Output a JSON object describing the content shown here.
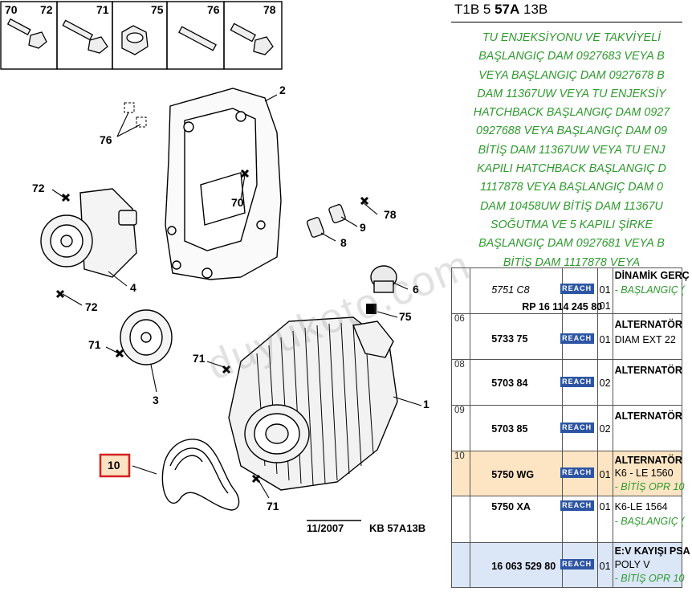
{
  "diagram": {
    "callouts": [
      "70",
      "72",
      "71",
      "75",
      "76",
      "78",
      "2",
      "76",
      "70",
      "72",
      "78",
      "9",
      "8",
      "4",
      "6",
      "72",
      "75",
      "71",
      "71",
      "3",
      "1",
      "10",
      "71"
    ],
    "footer_date": "11/2007",
    "footer_code": "KB 57A13B"
  },
  "header": {
    "prefix": "T1B 5 ",
    "bold": "57A",
    "suffix": " 13B"
  },
  "description": [
    "TU ENJEKSİYONU VE TAKVİYELİ",
    "BAŞLANGIÇ DAM 0927683 VEYA B",
    "VEYA BAŞLANGIÇ DAM 0927678 B",
    "DAM 11367UW VEYA TU ENJEKSİY",
    "HATCHBACK BAŞLANGIÇ DAM 0927",
    "0927688 VEYA BAŞLANGIÇ DAM 09",
    "BİTİŞ DAM 11367UW VEYA TU ENJ",
    "KAPILI HATCHBACK BAŞLANGIÇ D",
    "1117878 VEYA BAŞLANGIÇ DAM 0",
    "DAM 10458UW BİTİŞ DAM 11367U",
    "SOĞUTMA VE 5 KAPILI ŞİRKE",
    "BAŞLANGIÇ DAM 0927681 VEYA B",
    "BİTİŞ DAM 1117878 VEYA"
  ],
  "reach_label": "REACH",
  "rows": [
    {
      "idx": "",
      "ref": "5751 C8",
      "ref2": "RP 16 114 245 80",
      "qty": "01",
      "qty2": "01",
      "name": "DİNAMİK GERÇ",
      "detail": "- BAŞLANGIÇ ("
    },
    {
      "idx": "06",
      "ref": "5733 75",
      "qty": "01",
      "name": "ALTERNATÖR",
      "detail": "DIAM EXT 22"
    },
    {
      "idx": "08",
      "ref": "5703 84",
      "qty": "02",
      "name": "ALTERNATÖR"
    },
    {
      "idx": "09",
      "ref": "5703 85",
      "qty": "02",
      "name": "ALTERNATÖR"
    },
    {
      "idx": "10",
      "ref": "5750 WG",
      "qty": "01",
      "name": "ALTERNATÖR",
      "detail": "K6 - LE 1560",
      "note": "- BİTİŞ OPR 10"
    },
    {
      "idx": "",
      "ref": "5750 XA",
      "qty": "01",
      "name": "K6-LE 1564",
      "note": "- BAŞLANGIÇ ("
    },
    {
      "idx": "",
      "ref": "16 063 529 80",
      "qty": "01",
      "name": "E:V KAYIŞI PSA",
      "detail": "POLY V",
      "note": "- BİTİŞ OPR 10"
    }
  ],
  "watermark": "duyukoto.com"
}
